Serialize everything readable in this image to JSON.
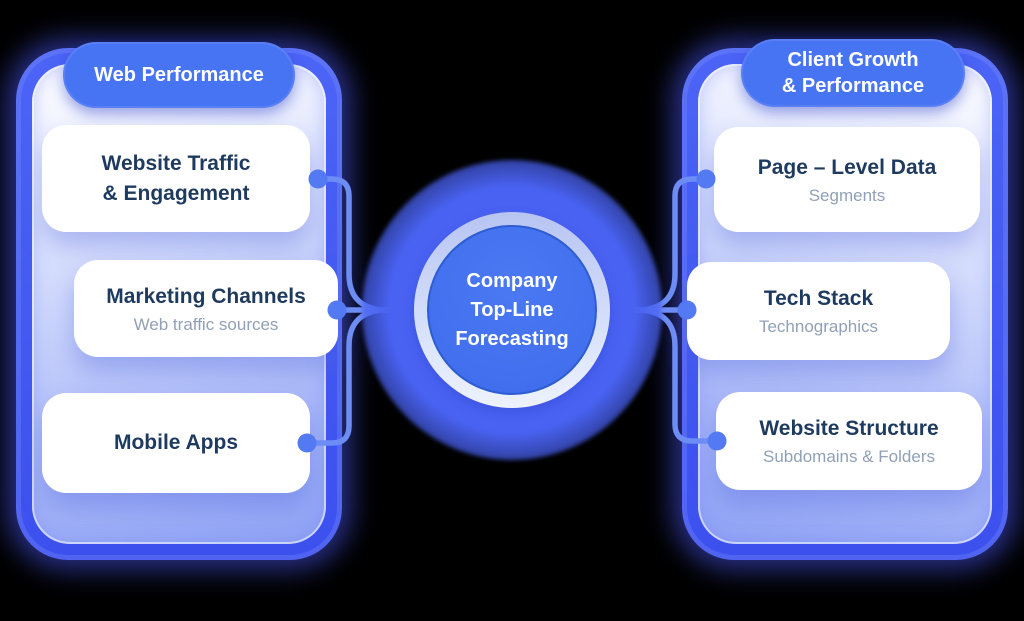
{
  "diagram": {
    "center": {
      "title": "Company\nTop-Line\nForecasting"
    },
    "left_panel": {
      "title": "Web Performance",
      "cards": [
        {
          "title": "Website Traffic\n& Engagement",
          "subtitle": ""
        },
        {
          "title": "Marketing Channels",
          "subtitle": "Web traffic sources"
        },
        {
          "title": "Mobile Apps",
          "subtitle": ""
        }
      ]
    },
    "right_panel": {
      "title": "Client Growth\n& Performance",
      "cards": [
        {
          "title": "Page – Level Data",
          "subtitle": "Segments"
        },
        {
          "title": "Tech Stack",
          "subtitle": "Technographics"
        },
        {
          "title": "Website Structure",
          "subtitle": "Subdomains & Folders"
        }
      ]
    },
    "colors": {
      "panel_border_blue": "#4459f2",
      "panel_fill_gradient_top": "#fdfdff",
      "panel_fill_gradient_bottom": "#8fa2f4",
      "pill_blue": "#4674f3",
      "node_blue": "#4573f0",
      "node_ring_light": "#dde6fc",
      "glow_blue": "#4962f2",
      "connector_blue": "#6d8df5",
      "title_navy": "#1e3a5f",
      "subtitle_gray": "#91a0b6",
      "card_white": "#ffffff",
      "text_white": "#ffffff"
    }
  }
}
